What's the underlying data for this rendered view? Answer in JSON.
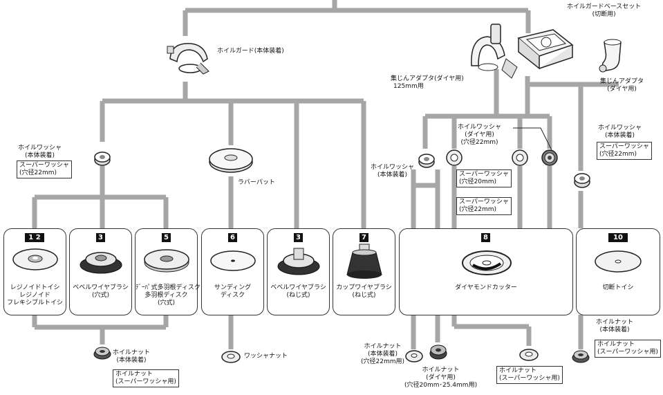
{
  "colors": {
    "connector": "#a6a6a6",
    "badge": "#111111",
    "line": "#333333"
  },
  "labels": {
    "wheel_guard": "ホイルガード(本体装着)",
    "guard_base_set_1": "ホイルガードベースセット",
    "guard_base_set_2": "(切断用)",
    "dust_adapter_diamond_1": "集じんアダプタ",
    "dust_adapter_diamond_2": "(ダイヤ用)",
    "dust_adapter_125_1": "集じんアダプタ(ダイヤ用)",
    "dust_adapter_125_2": "125mm用",
    "rubber_pad": "ラバーパット",
    "washer_left_1": "ホイルワッシャ",
    "washer_left_2": "(本体装着)",
    "super_washer_left_1": "スーパーワッシャ",
    "super_washer_left_2": "(穴径22mm)",
    "washer_diamond_1": "ホイルワッシャ",
    "washer_diamond_2": "(ダイヤ用)",
    "washer_diamond_3": "(穴径22mm)",
    "washer_right_1": "ホイルワッシャ",
    "washer_right_2": "(本体装着)",
    "super_washer_right_1": "スーパーワッシャ",
    "super_washer_right_2": "(穴径22mm)",
    "washer_mid_1": "ホイルワッシャ",
    "washer_mid_2": "(本体装着)",
    "super_washer_20_1": "スーパーワッシャ",
    "super_washer_20_2": "(穴径20mm)",
    "super_washer_22_1": "スーパーワッシャ",
    "super_washer_22_2": "(穴径22mm)",
    "nut_left_1": "ホイルナット",
    "nut_left_2": "(本体装着)",
    "nut_left_box_1": "ホイルナット",
    "nut_left_box_2": "(スーパーワッシャ用)",
    "washer_nut": "ワッシャナット",
    "nut_d1_1": "ホイルナット",
    "nut_d1_2": "(本体装着)",
    "nut_d1_3": "(穴径22mm用)",
    "nut_d2_1": "ホイルナット",
    "nut_d2_2": "(ダイヤ用)",
    "nut_d2_3": "(穴径20mm･25.4mm用)",
    "nut_d3_box_1": "ホイルナット",
    "nut_d3_box_2": "(スーパーワッシャ用)",
    "nut_right_1": "ホイルナット",
    "nut_right_2": "(本体装着)",
    "nut_right_box_1": "ホイルナット",
    "nut_right_box_2": "(スーパーワッシャ用)"
  },
  "products": [
    {
      "badge": "1 2",
      "name_1": "レジノイドトイシ",
      "name_2": "レジノイド",
      "name_3": "フレキシブルトイシ"
    },
    {
      "badge": "3",
      "name_1": "ベベルワイヤブラシ",
      "name_2": "(穴式)",
      "name_3": ""
    },
    {
      "badge": "5",
      "name_1": "ﾃﾞｰﾊﾟ式多羽根ディスク",
      "name_2": "多羽根ディスク",
      "name_3": "(穴式)"
    },
    {
      "badge": "6",
      "name_1": "サンディング",
      "name_2": "ディスク",
      "name_3": ""
    },
    {
      "badge": "3",
      "name_1": "ベベルワイヤブラシ",
      "name_2": "(ねじ式)",
      "name_3": ""
    },
    {
      "badge": "7",
      "name_1": "カップワイヤブラシ",
      "name_2": "(ねじ式)",
      "name_3": ""
    },
    {
      "badge": "8",
      "name_1": "ダイヤモンドカッター",
      "name_2": "",
      "name_3": ""
    },
    {
      "badge": "10",
      "name_1": "切断トイシ",
      "name_2": "",
      "name_3": ""
    }
  ]
}
